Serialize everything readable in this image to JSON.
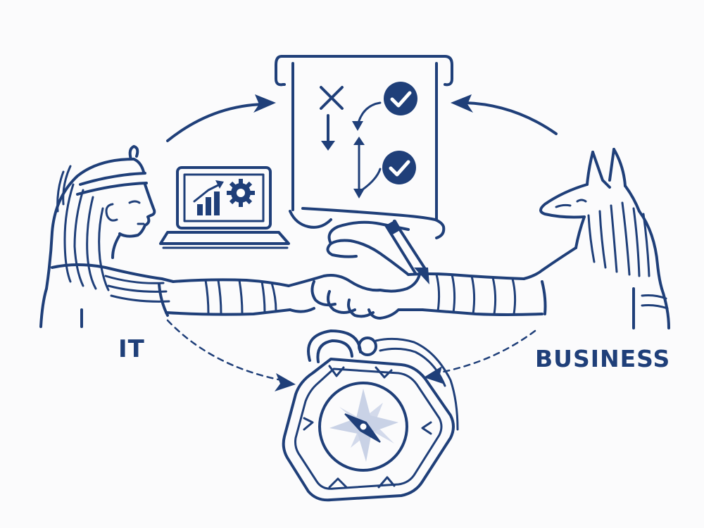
{
  "labels": {
    "it": "IT",
    "business": "BUSINESS"
  },
  "colors": {
    "ink": "#1f3f79",
    "background": "#fbfbfc",
    "compass_star": "#c9d2e6"
  },
  "figures": {
    "left": "pharaoh-figure",
    "right": "anubis-figure",
    "center_top": "scroll-plan-icon",
    "center": "handshake-icon",
    "bottom": "compass-icon",
    "device": "laptop-icon"
  },
  "scroll_marks": [
    "x-mark",
    "check-mark",
    "check-mark"
  ]
}
